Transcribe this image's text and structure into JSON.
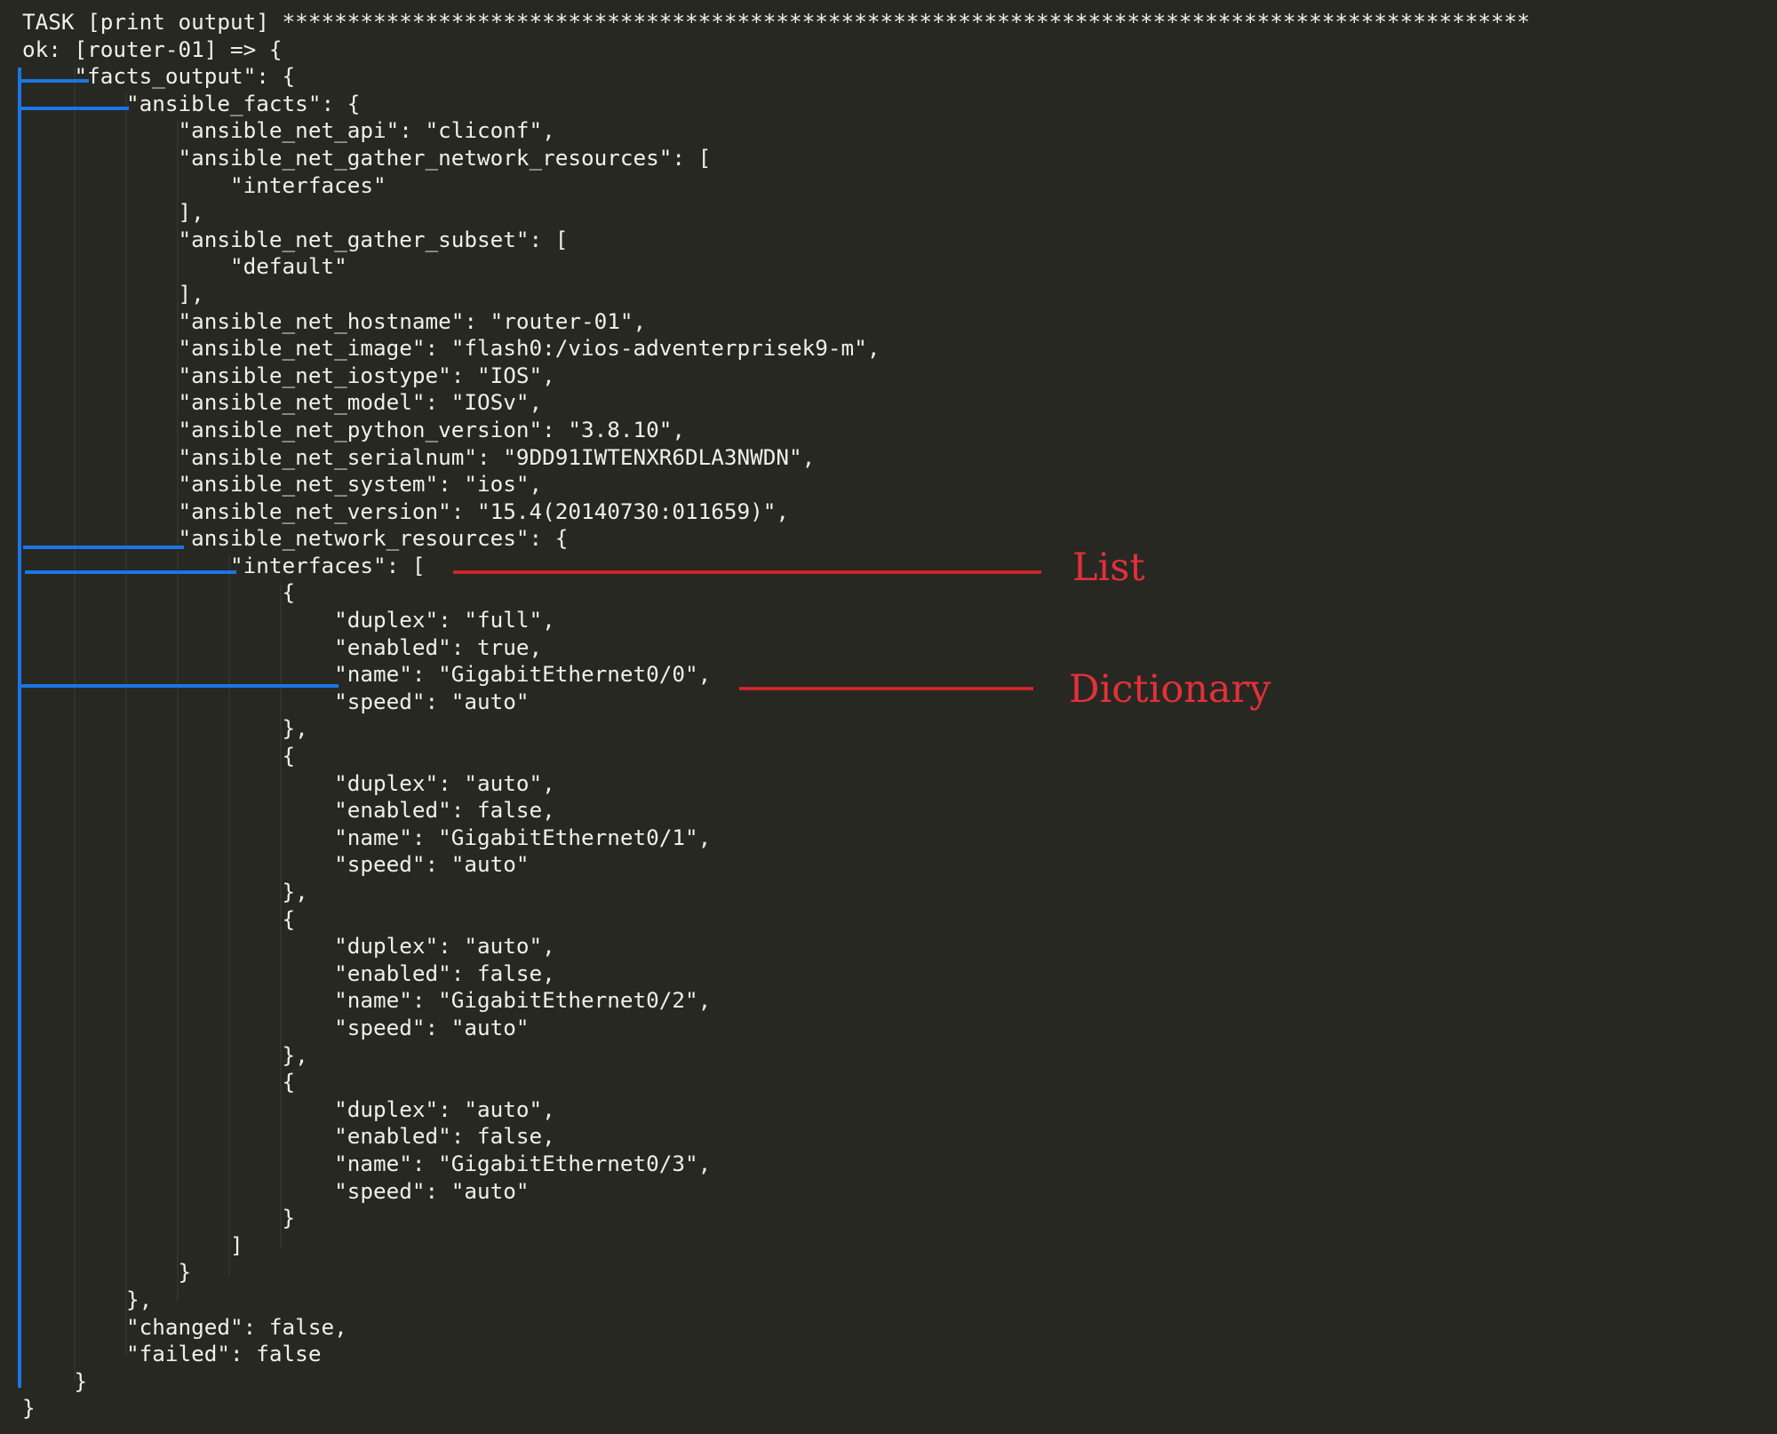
{
  "lines": [
    "TASK [print output] ************************************************************************************************",
    "ok: [router-01] => {",
    "    \"facts_output\": {",
    "        \"ansible_facts\": {",
    "            \"ansible_net_api\": \"cliconf\",",
    "            \"ansible_net_gather_network_resources\": [",
    "                \"interfaces\"",
    "            ],",
    "            \"ansible_net_gather_subset\": [",
    "                \"default\"",
    "            ],",
    "            \"ansible_net_hostname\": \"router-01\",",
    "            \"ansible_net_image\": \"flash0:/vios-adventerprisek9-m\",",
    "            \"ansible_net_iostype\": \"IOS\",",
    "            \"ansible_net_model\": \"IOSv\",",
    "            \"ansible_net_python_version\": \"3.8.10\",",
    "            \"ansible_net_serialnum\": \"9DD91IWTENXR6DLA3NWDN\",",
    "            \"ansible_net_system\": \"ios\",",
    "            \"ansible_net_version\": \"15.4(20140730:011659)\",",
    "            \"ansible_network_resources\": {",
    "                \"interfaces\": [",
    "                    {",
    "                        \"duplex\": \"full\",",
    "                        \"enabled\": true,",
    "                        \"name\": \"GigabitEthernet0/0\",",
    "                        \"speed\": \"auto\"",
    "                    },",
    "                    {",
    "                        \"duplex\": \"auto\",",
    "                        \"enabled\": false,",
    "                        \"name\": \"GigabitEthernet0/1\",",
    "                        \"speed\": \"auto\"",
    "                    },",
    "                    {",
    "                        \"duplex\": \"auto\",",
    "                        \"enabled\": false,",
    "                        \"name\": \"GigabitEthernet0/2\",",
    "                        \"speed\": \"auto\"",
    "                    },",
    "                    {",
    "                        \"duplex\": \"auto\",",
    "                        \"enabled\": false,",
    "                        \"name\": \"GigabitEthernet0/3\",",
    "                        \"speed\": \"auto\"",
    "                    }",
    "                ]",
    "            }",
    "        },",
    "        \"changed\": false,",
    "        \"failed\": false",
    "    }",
    "}"
  ],
  "annotations": {
    "list_label": "List",
    "dictionary_label": "Dictionary"
  },
  "colors": {
    "background": "#272822",
    "text": "#f0f0ea",
    "bracket_lines": "#1c75e3",
    "annotation": "#e0242d"
  }
}
